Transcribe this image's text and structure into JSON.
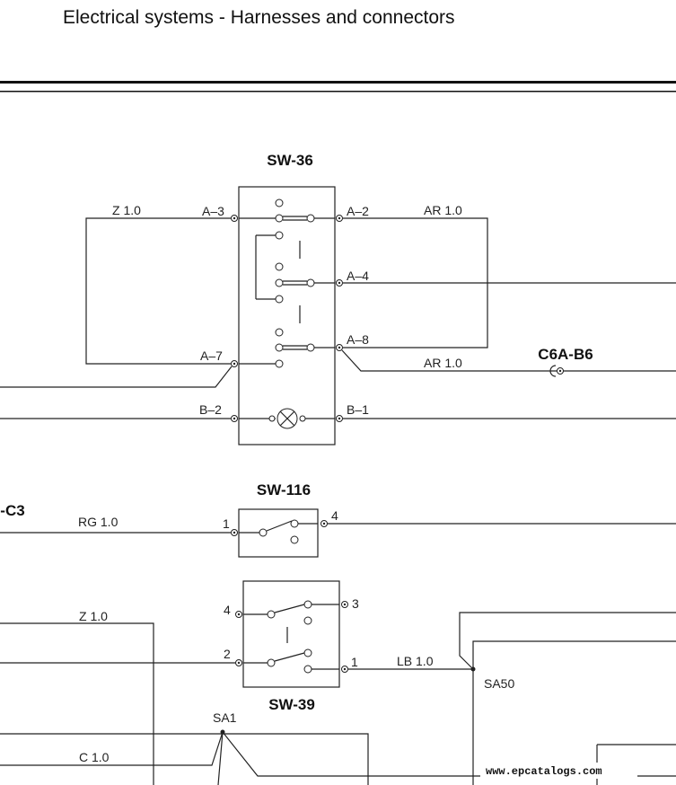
{
  "header": {
    "title": "Electrical systems - Harnesses and connectors"
  },
  "components": {
    "sw36": "SW-36",
    "sw116": "SW-116",
    "sw39": "SW-39",
    "c6a_b6": "C6A-B6",
    "c3_partial": "-C3",
    "sa1": "SA1",
    "sa50": "SA50"
  },
  "wires": {
    "z_top": "Z 1.0",
    "ar_top": "AR 1.0",
    "ar_mid": "AR 1.0",
    "rg": "RG 1.0",
    "z_mid": "Z 1.0",
    "lb": "LB 1.0",
    "c": "C 1.0"
  },
  "pins": {
    "a3": "A–3",
    "a2": "A–2",
    "a4": "A–4",
    "a8": "A–8",
    "a7": "A–7",
    "b2": "B–2",
    "b1": "B–1",
    "sw116_1": "1",
    "sw116_4": "4",
    "sw39_4": "4",
    "sw39_3": "3",
    "sw39_2": "2",
    "sw39_1": "1"
  },
  "watermark": "www.epcatalogs.com"
}
